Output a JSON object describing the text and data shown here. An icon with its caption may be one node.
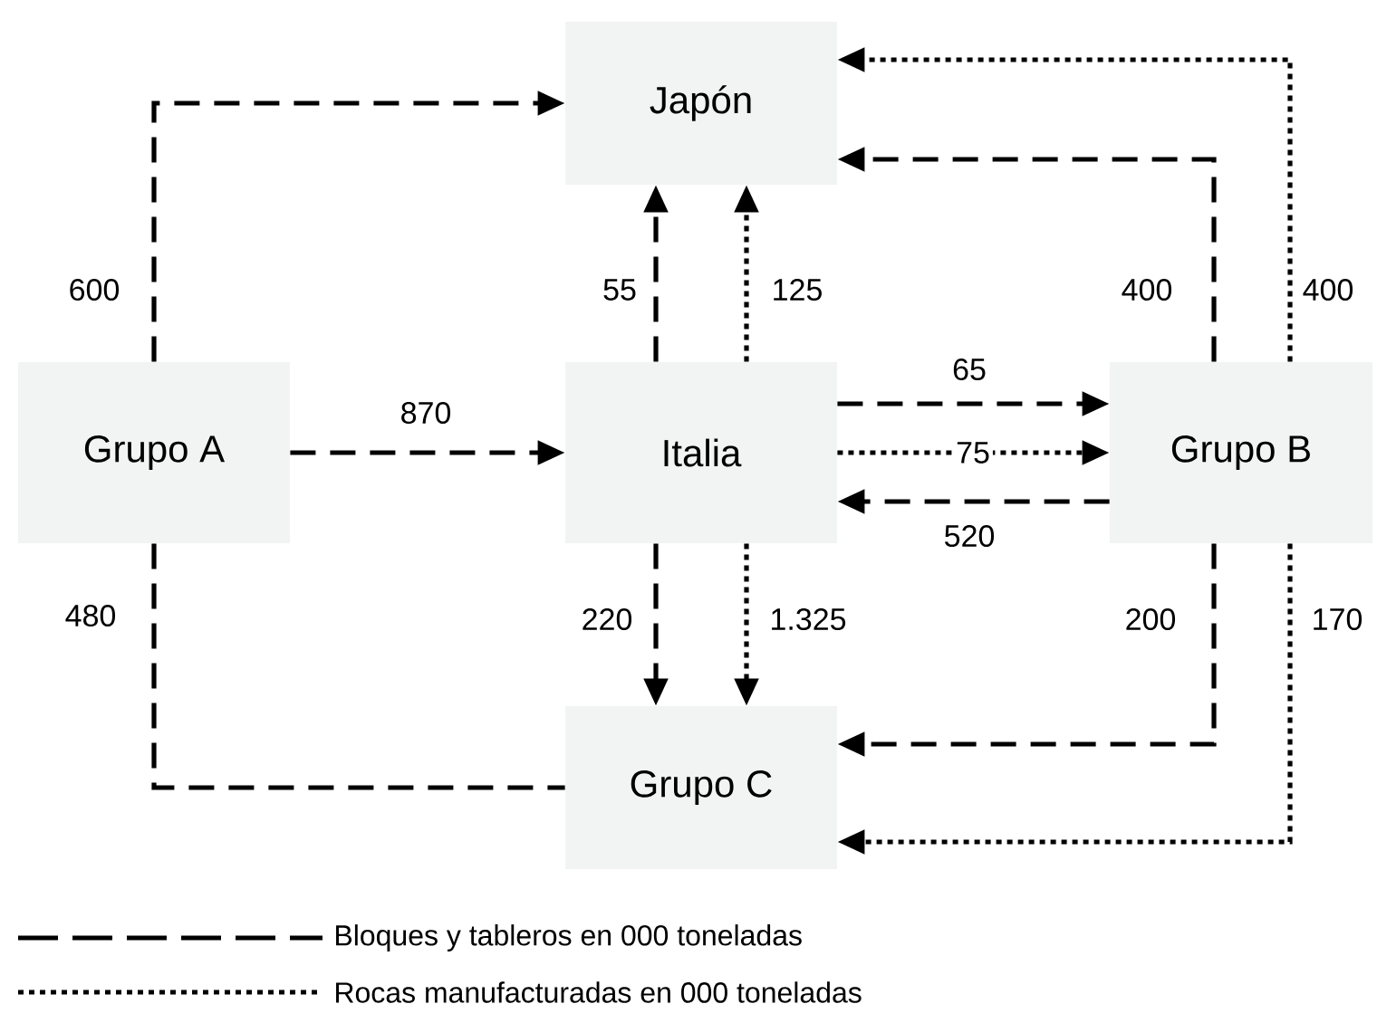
{
  "diagram": {
    "nodes": [
      {
        "text": [
          "Japón"
        ]
      },
      {
        "text": [
          "Grupo A"
        ]
      },
      {
        "text": [
          "Italia"
        ]
      },
      {
        "text": [
          "Grupo B"
        ]
      },
      {
        "text": [
          "Grupo C"
        ]
      }
    ],
    "edges": [
      {
        "from": 1,
        "to": 0,
        "arrow": "to",
        "label": "600",
        "style": "dashed"
      },
      {
        "from": 1,
        "to": 2,
        "arrow": "to",
        "label": "870",
        "style": "dashed"
      },
      {
        "from": 1,
        "to": 4,
        "arrow": "none",
        "label": "480",
        "style": "dashed"
      },
      {
        "from": 2,
        "to": 0,
        "arrow": "to",
        "label": "55",
        "style": "dashed"
      },
      {
        "from": 2,
        "to": 0,
        "arrow": "to",
        "label": "125"
      },
      {
        "from": 2,
        "to": 3,
        "arrow": "to",
        "label": "65",
        "style": "dashed"
      },
      {
        "from": 2,
        "to": 3,
        "arrow": "to",
        "label": "75"
      },
      {
        "from": 3,
        "to": 2,
        "arrow": "to",
        "label": "520",
        "style": "dashed"
      },
      {
        "from": 2,
        "to": 4,
        "arrow": "to",
        "label": "220",
        "style": "dashed"
      },
      {
        "from": 2,
        "to": 4,
        "arrow": "to",
        "label": "1.325"
      },
      {
        "from": 3,
        "to": 0,
        "arrow": "to",
        "label": "400",
        "style": "dashed"
      },
      {
        "from": 3,
        "to": 0,
        "arrow": "to",
        "label": "400"
      },
      {
        "from": 3,
        "to": 4,
        "arrow": "to",
        "label": "200",
        "style": "dashed"
      },
      {
        "from": 3,
        "to": 4,
        "arrow": "to",
        "label": "170"
      }
    ],
    "legend": [
      {
        "text": "Bloques y tableros en 000 toneladas"
      },
      {
        "text": "Rocas manufacturadas en 000 toneladas"
      }
    ]
  }
}
